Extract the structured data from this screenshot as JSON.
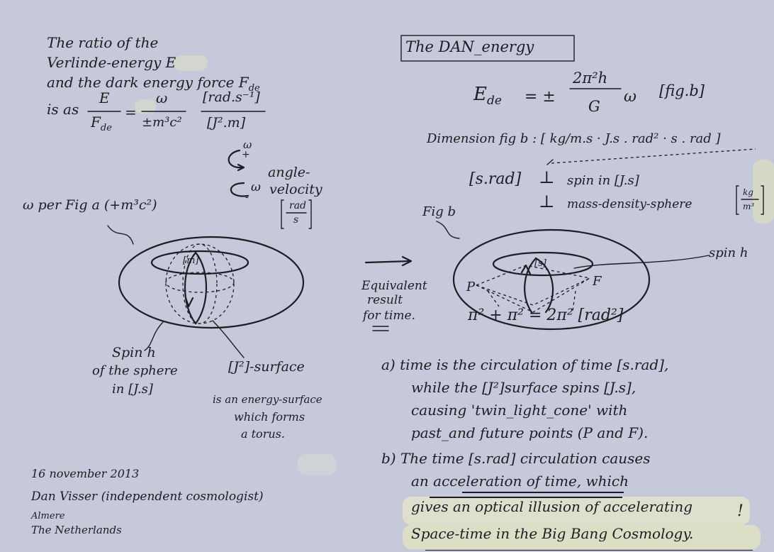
{
  "colors": {
    "paper": "#c5c9d9",
    "ink": "#1f1c24",
    "highlight": "#dedfcc"
  },
  "left": {
    "intro": [
      "The ratio of the",
      "Verlinde-energy E",
      "and the dark energy force F",
      "is as"
    ],
    "intro_sub": "de",
    "frac1_num": "E",
    "frac1_den": "F",
    "frac1_den_sub": "de",
    "eq": "=",
    "frac2_num": "ω",
    "frac2_den": "±m³c²",
    "frac3_num": "[rad.s⁻¹]",
    "frac3_den": "[J².m]",
    "omega_plus": "ω",
    "plus": "+",
    "omega_minus": "ω",
    "minus": "-",
    "angle_label": [
      "angle-",
      "velocity"
    ],
    "units_num": "rad",
    "units_den": "s",
    "omega_per": "ω per   Fig a  (+m³c²)",
    "torus_center_label": "[m]",
    "spin_label": [
      "Spin h",
      "of the sphere",
      "in [J.s]"
    ],
    "surface_label": [
      "[J²]-surface",
      "is an energy-surface",
      "which forms",
      "a torus."
    ]
  },
  "signature": {
    "date": "16 november 2013",
    "author": "Dan Visser (independent cosmologist)",
    "city": "Almere",
    "country": "The Netherlands"
  },
  "right": {
    "title": "The DAN_energy",
    "formula_lhs": "E",
    "formula_lhs_sub": "de",
    "formula_eq": "= ±",
    "formula_num": "2π²h",
    "formula_den": "G",
    "formula_omega": "ω",
    "formula_ref": "[fig.b]",
    "dimension": "Dimension fig b  :  [ kg/m.s · J.s . rad² · s . rad ]",
    "srad": "[s.rad]",
    "perp": "⊥",
    "spin_line": "spin in [J.s]",
    "mass_line": "mass-density-sphere",
    "mass_units_num": "kg",
    "mass_units_den": "m³",
    "fig_b": "Fig b",
    "torus_center_label": "[s]",
    "spin_h": "spin h",
    "p_label": "P",
    "f_label": "F",
    "arrow_label": [
      "Equivalent",
      "result",
      "for time."
    ],
    "pi_line": "π²   +   π²   = 2π² [rad²]",
    "point_a": [
      "a)  time is the circulation of time [s.rad],",
      "while the [J²]surface spins [J.s],",
      "causing 'twin_light_cone' with",
      "past_and future points (P and F)."
    ],
    "point_b": [
      "b)  The time [s.rad] circulation causes",
      "an acceleration of time, which",
      "gives an optical illusion of accelerating",
      "Space-time in the Big Bang Cosmology."
    ],
    "excl": "!"
  }
}
